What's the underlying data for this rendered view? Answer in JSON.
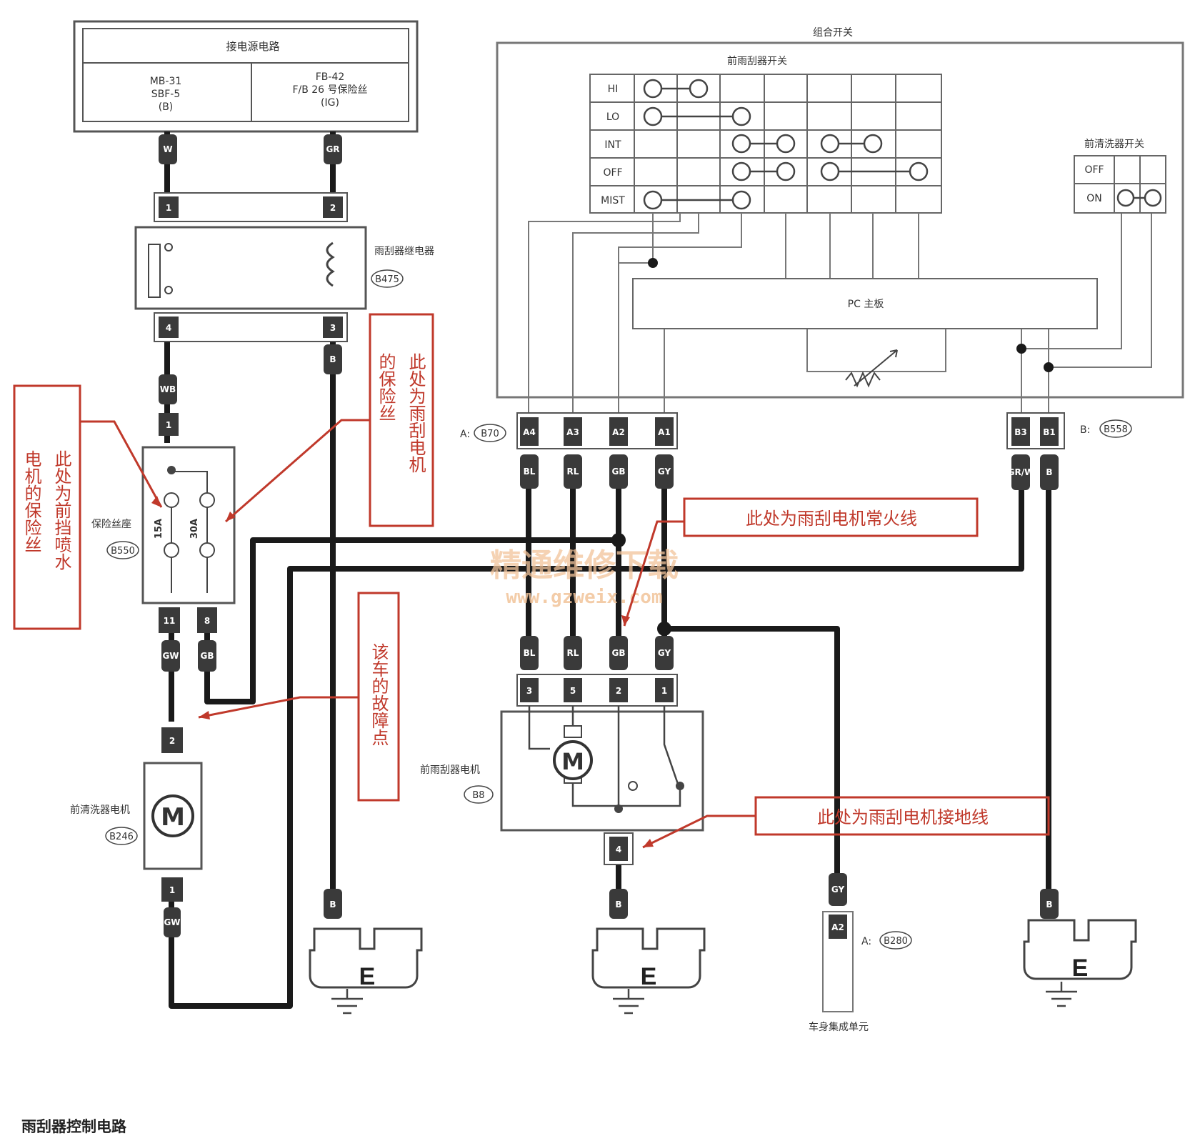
{
  "power": {
    "title": "接电源电路",
    "left_lines": [
      "MB-31",
      "SBF-5",
      "(B)"
    ],
    "right_lines": [
      "FB-42",
      "F/B  26 号保险丝",
      "(IG)"
    ]
  },
  "wire_colors": {
    "w": "W",
    "gr": "GR",
    "wb": "WB",
    "b": "B",
    "gw": "GW",
    "gb": "GB",
    "bl": "BL",
    "rl": "RL",
    "gy": "GY",
    "grw": "GR/W"
  },
  "pins": {
    "p1": "1",
    "p2": "2",
    "p3": "3",
    "p4": "4",
    "p5": "5",
    "p8": "8",
    "p11": "11",
    "a1": "A1",
    "a2": "A2",
    "a3": "A3",
    "a4": "A4",
    "b1": "B1",
    "b3": "B3"
  },
  "relay": {
    "label": "雨刮器继电器",
    "code": "B475"
  },
  "fuse_box": {
    "label": "保险丝座",
    "code": "B550",
    "fuse1": "15A",
    "fuse2": "30A"
  },
  "washer_motor": {
    "label": "前清洗器电机",
    "code": "B246",
    "symbol": "M"
  },
  "wiper_motor": {
    "label": "前雨刮器电机",
    "code": "B8",
    "symbol": "M"
  },
  "combo_switch": {
    "title": "组合开关",
    "wiper_switch_title": "前雨刮器开关",
    "rows": [
      "HI",
      "LO",
      "INT",
      "OFF",
      "MIST"
    ],
    "washer_switch_title": "前清洗器开关",
    "washer_rows": [
      "OFF",
      "ON"
    ],
    "pc_board": "PC 主板"
  },
  "connectors": {
    "a_prefix": "A:",
    "a_code": "B70",
    "b_prefix": "B:",
    "b_code": "B558",
    "body_prefix": "A:",
    "body_code": "B280"
  },
  "body_unit": "车身集成单元",
  "ground_symbol": "E",
  "annotations": {
    "washer_fuse": [
      "此处为前挡喷水",
      "电机的保险丝"
    ],
    "wiper_fuse": [
      "此处为雨刮电机",
      "的保险丝"
    ],
    "fault_point": "该车的故障点",
    "always_hot": "此处为雨刮电机常火线",
    "ground_wire": "此处为雨刮电机接地线"
  },
  "watermark": {
    "line1": "精通维修下载",
    "line2": "www.gzweix.com"
  },
  "caption": "雨刮器控制电路",
  "colors": {
    "wire": "#1a1a1a",
    "annotation": "#c0392b",
    "watermark": "#f2c49a"
  }
}
